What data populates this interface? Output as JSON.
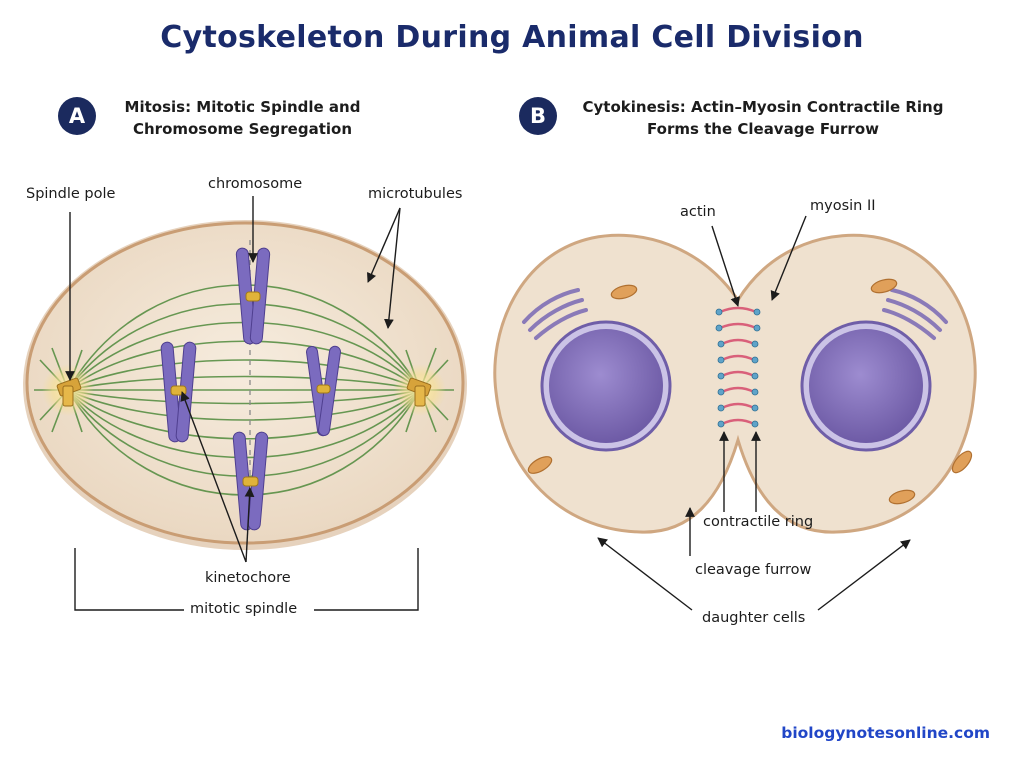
{
  "title": "Cytoskeleton During Animal Cell Division",
  "panel_a": {
    "badge": "A",
    "title_line1": "Mitosis: Mitotic Spindle and",
    "title_line2": "Chromosome Segregation",
    "labels": {
      "spindle_pole": "Spindle pole",
      "chromosome": "chromosome",
      "microtubules": "microtubules",
      "kinetochore": "kinetochore",
      "mitotic_spindle": "mitotic spindle"
    }
  },
  "panel_b": {
    "badge": "B",
    "title_line1": "Cytokinesis: Actin–Myosin Contractile Ring",
    "title_line2": "Forms the Cleavage Furrow",
    "labels": {
      "actin": "actin",
      "myosin": "myosin II",
      "contractile_ring": "contractile ring",
      "cleavage_furrow": "cleavage furrow",
      "daughter_cells": "daughter cells"
    }
  },
  "watermark": "biologynotesonline.com",
  "colors": {
    "title": "#1a2b6b",
    "badge": "#1b2a5e",
    "cytoplasm": "#efe1cf",
    "membrane": "#cfa781",
    "microtubule": "#4f8a3c",
    "chromosome": "#7b6bbf",
    "kinetochore": "#e0b33a",
    "nucleus": "#7f6bb3",
    "actin": "#d9607a",
    "myosin": "#5fa3c9",
    "watermark": "#2146c7"
  }
}
